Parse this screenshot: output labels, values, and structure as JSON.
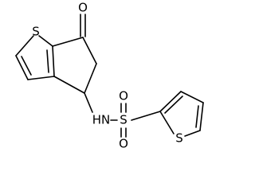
{
  "molecule": {
    "atoms": {
      "oxygen_carbonyl": "O",
      "sulfur_thiophene_fused": "S",
      "nitrogen_amide": "HN",
      "sulfur_sulfonyl": "S",
      "oxygen_sulfonyl_top": "O",
      "oxygen_sulfonyl_bottom": "O",
      "sulfur_thiophene_pendant": "S"
    }
  }
}
